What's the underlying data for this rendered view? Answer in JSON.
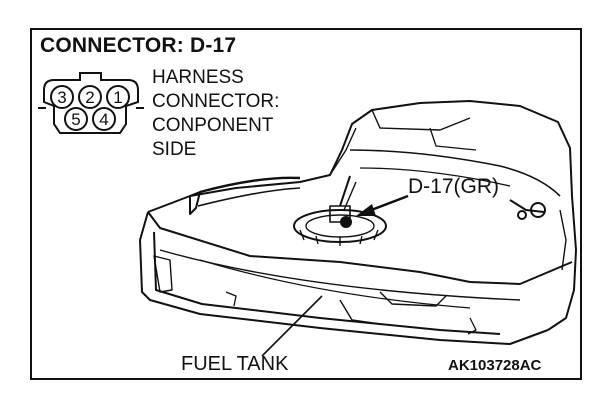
{
  "title": "CONNECTOR: D-17",
  "harness_lines": [
    "HARNESS",
    "CONNECTOR:",
    "CONPONENT",
    "SIDE"
  ],
  "pins_top": [
    "3",
    "2",
    "1"
  ],
  "pins_bottom": [
    "5",
    "4"
  ],
  "callout": "D-17(GR)",
  "tank_label": "FUEL TANK",
  "figure_id": "AK103728AC"
}
